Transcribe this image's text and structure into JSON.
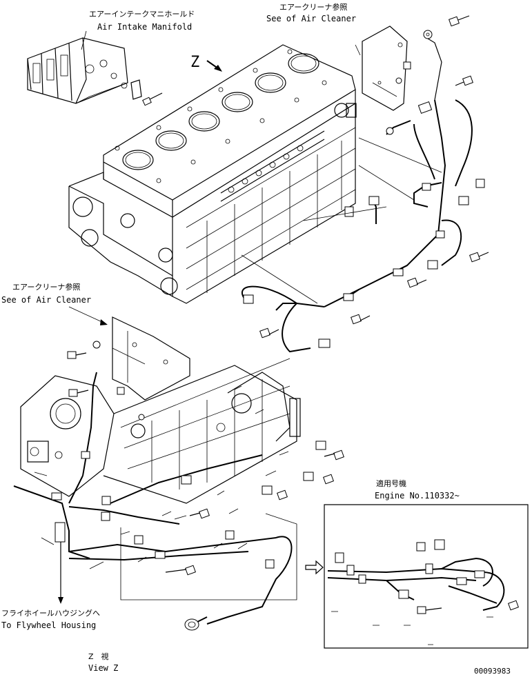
{
  "callouts": {
    "air_intake_jp": "エアーインテークマニホールド",
    "air_intake_en": "Air Intake Manifold",
    "air_cleaner_top_jp": "エアークリーナ参照",
    "air_cleaner_top_en": "See of Air Cleaner",
    "air_cleaner_mid_jp": "エアークリーナ参照",
    "air_cleaner_mid_en": "See of Air Cleaner",
    "applicable_jp": "適用号機",
    "applicable_en": "Engine No.110332~",
    "flywheel_jp": "フライホイールハウジングへ",
    "flywheel_en": "To Flywheel Housing",
    "view_jp": "Z　視",
    "view_en": "View Z",
    "view_marker": "Z"
  },
  "drawing_number": "00093983"
}
